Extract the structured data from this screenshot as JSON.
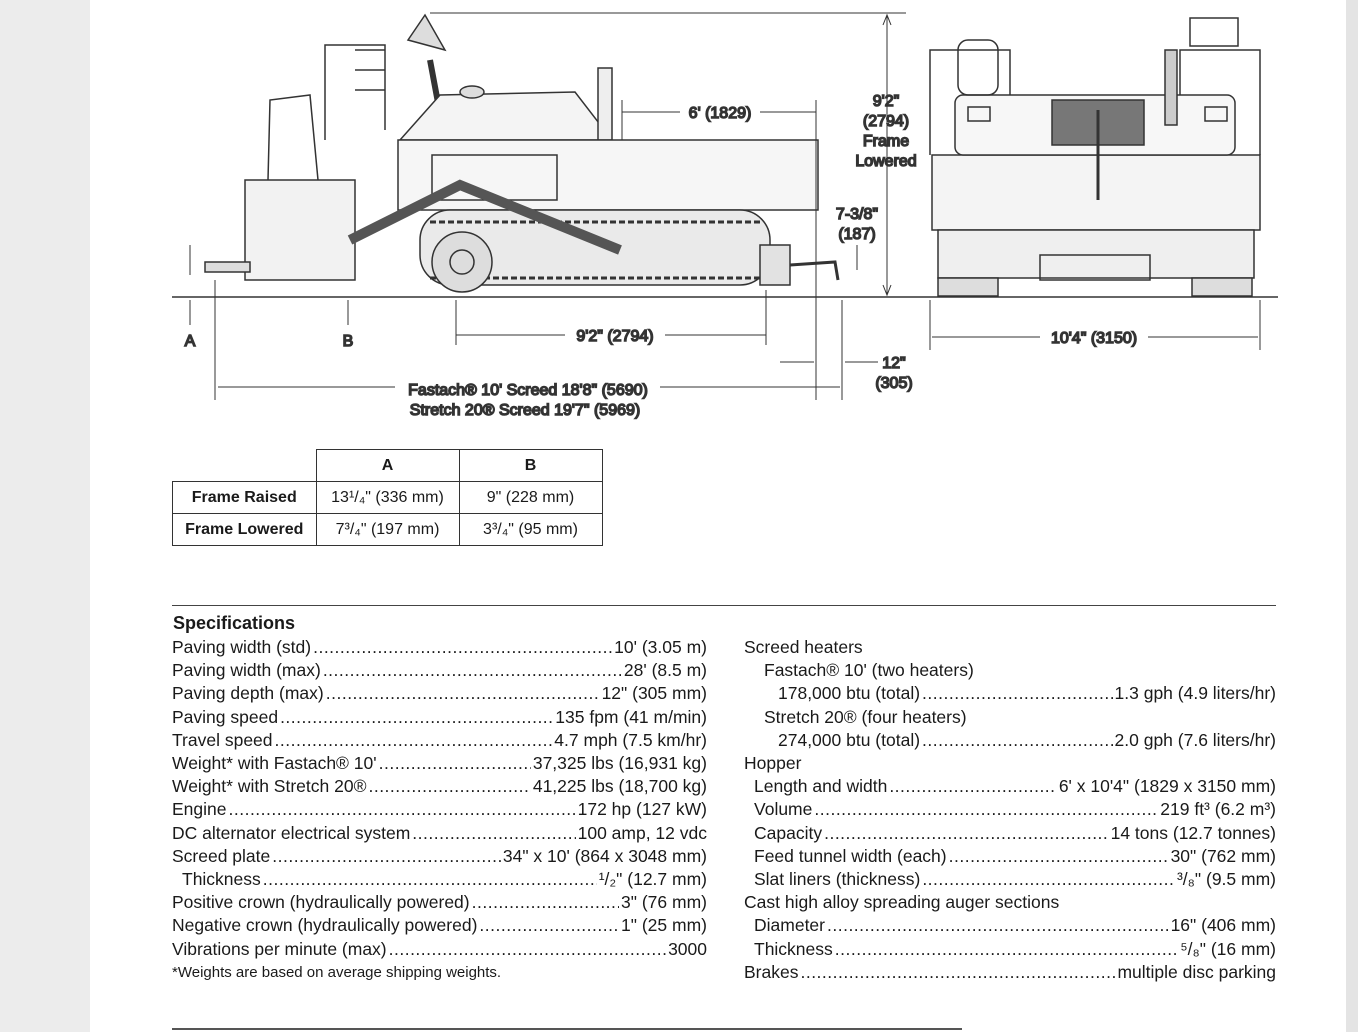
{
  "drawing": {
    "dim_hopper": "6' (1829)",
    "dim_height": [
      "9'2\"",
      "(2794)",
      "Frame",
      "Lowered"
    ],
    "dim_clearance": [
      "7-3/8\"",
      "(187)"
    ],
    "dim_track": "9'2\" (2794)",
    "dim_width": "10'4\" (3150)",
    "dim_rear": [
      "12\"",
      "(305)"
    ],
    "dim_overall_1": "Fastach® 10' Screed 18'8\" (5690)",
    "dim_overall_2": "Stretch 20® Screed 19'7\" (5969)",
    "label_a": "A",
    "label_b": "B"
  },
  "ab_table": {
    "headers": [
      "A",
      "B"
    ],
    "rows": [
      {
        "label": "Frame Raised",
        "a": "13¹/₄\" (336 mm)",
        "b": "9\" (228 mm)"
      },
      {
        "label": "Frame Lowered",
        "a": "7³/₄\" (197 mm)",
        "b": "3³/₄\" (95 mm)"
      }
    ]
  },
  "specs": {
    "title": "Specifications",
    "left": [
      {
        "label": "Paving width (std)",
        "value": "10' (3.05 m)"
      },
      {
        "label": "Paving width (max)",
        "value": "28' (8.5 m)"
      },
      {
        "label": "Paving depth (max)",
        "value": "12\" (305 mm)"
      },
      {
        "label": "Paving speed",
        "value": "135 fpm (41 m/min)"
      },
      {
        "label": "Travel speed",
        "value": "4.7 mph (7.5 km/hr)"
      },
      {
        "label": "Weight* with Fastach® 10'",
        "value": "37,325 lbs (16,931 kg)"
      },
      {
        "label": "Weight* with Stretch 20®",
        "value": "41,225 lbs (18,700 kg)"
      },
      {
        "label": "Engine",
        "value": "172 hp (127 kW)"
      },
      {
        "label": "DC alternator electrical system",
        "value": "100 amp, 12 vdc"
      },
      {
        "label": "Screed plate",
        "value": "34\" x 10' (864 x 3048 mm)"
      },
      {
        "label": "Thickness",
        "value": "¹/₂\" (12.7 mm)"
      },
      {
        "label": "Positive crown (hydraulically powered)",
        "value": "3\" (76 mm)"
      },
      {
        "label": "Negative crown (hydraulically powered)",
        "value": "1\" (25 mm)"
      },
      {
        "label": "Vibrations per minute (max)",
        "value": "3000"
      }
    ],
    "footnote": "*Weights are based on average shipping weights.",
    "right": [
      {
        "label": "Screed heaters"
      },
      {
        "label": "Fastach® 10' (two heaters)"
      },
      {
        "label": "178,000 btu (total)",
        "value": "1.3 gph (4.9 liters/hr)"
      },
      {
        "label": "Stretch 20® (four heaters)"
      },
      {
        "label": "274,000 btu (total)",
        "value": "2.0 gph (7.6 liters/hr)"
      },
      {
        "label": "Hopper"
      },
      {
        "label": "Length and width",
        "value": "6' x 10'4\" (1829 x 3150 mm)"
      },
      {
        "label": "Volume",
        "value": "219 ft³ (6.2 m³)"
      },
      {
        "label": "Capacity",
        "value": "14 tons (12.7 tonnes)"
      },
      {
        "label": "Feed tunnel width (each)",
        "value": "30\" (762 mm)"
      },
      {
        "label": "Slat liners (thickness)",
        "value": "³/₈\" (9.5 mm)"
      },
      {
        "label": "Cast high alloy spreading auger sections"
      },
      {
        "label": "Diameter",
        "value": "16\" (406 mm)"
      },
      {
        "label": "Thickness",
        "value": "⁵/₈\" (16 mm)"
      },
      {
        "label": "Brakes",
        "value": "multiple disc parking"
      }
    ]
  }
}
